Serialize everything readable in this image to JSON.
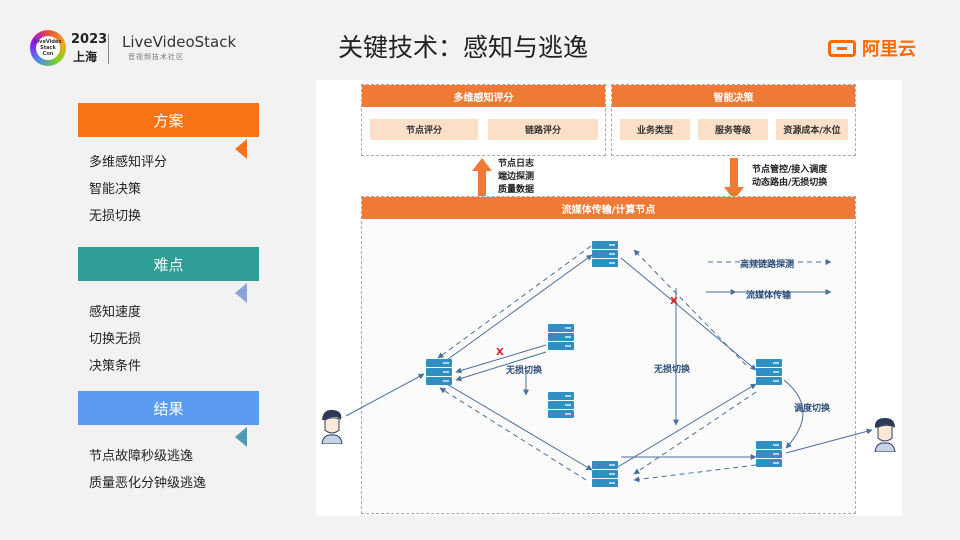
{
  "header": {
    "conference_logo_text": "LiveVideo Stack Con",
    "year": "2023",
    "city": "上海",
    "brand": "LiveVideoStack",
    "brand_sub": "音视频技术社区",
    "title": "关键技术：感知与逃逸",
    "partner_logo": "阿里云"
  },
  "left_panel": {
    "sections": [
      {
        "label": "方案",
        "color": "#f97316",
        "items": [
          "多维感知评分",
          "智能决策",
          "无损切换"
        ]
      },
      {
        "label": "难点",
        "color": "#2f9e97",
        "items": [
          "感知速度",
          "切换无损",
          "决策条件"
        ]
      },
      {
        "label": "结果",
        "color": "#5b9cf0",
        "items": [
          "节点故障秒级逃逸",
          "质量恶化分钟级逃逸"
        ]
      }
    ]
  },
  "diagram": {
    "perception": {
      "title": "多维感知评分",
      "chips": [
        "节点评分",
        "链路评分"
      ]
    },
    "decision": {
      "title": "智能决策",
      "chips": [
        "业务类型",
        "服务等级",
        "资源成本/水位"
      ]
    },
    "up_label": "节点日志\n端边探测\n质量数据",
    "down_label": "节点管控/接入调度\n动态路由/无损切换",
    "network": {
      "title": "流媒体传输/计算节点",
      "legend_probe": "高频链路探测",
      "legend_stream": "流媒体传输",
      "switch_left": "无损切换",
      "switch_mid": "无损切换",
      "switch_right": "调度切换",
      "x_mark": "X"
    },
    "colors": {
      "accent": "#ee7a36",
      "node": "#2f8fc2",
      "link": "#4a6f9c"
    }
  }
}
